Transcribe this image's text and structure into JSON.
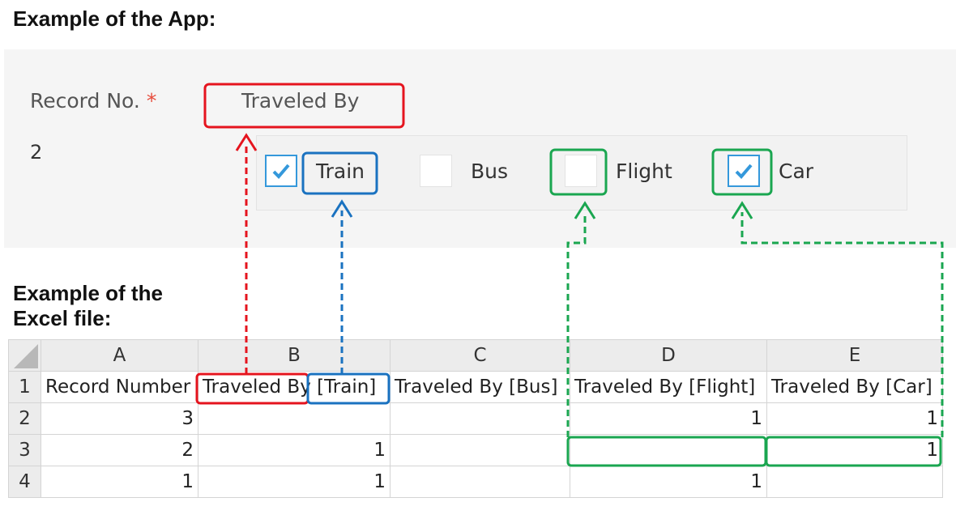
{
  "headings": {
    "app": "Example of the App:",
    "excel_line1": "Example of the",
    "excel_line2": "Excel file:"
  },
  "app": {
    "record_label": "Record No.",
    "required_mark": "*",
    "record_value": "2",
    "field_label": "Traveled By",
    "options": [
      {
        "label": "Train",
        "checked": true
      },
      {
        "label": "Bus",
        "checked": false
      },
      {
        "label": "Flight",
        "checked": false
      },
      {
        "label": "Car",
        "checked": true
      }
    ]
  },
  "sheet": {
    "columns": [
      "A",
      "B",
      "C",
      "D",
      "E"
    ],
    "header_row": {
      "row": "1",
      "cells": [
        "Record Number",
        "Traveled By [Train]",
        "Traveled By [Bus]",
        "Traveled By [Flight]",
        "Traveled By [Car]"
      ]
    },
    "rows": [
      {
        "row": "2",
        "cells": [
          "3",
          "",
          "",
          "1",
          "1"
        ]
      },
      {
        "row": "3",
        "cells": [
          "2",
          "1",
          "",
          "",
          "1"
        ]
      },
      {
        "row": "4",
        "cells": [
          "1",
          "1",
          "",
          "1",
          ""
        ]
      }
    ]
  },
  "colors": {
    "red": "#e5141e",
    "blue": "#1a72c0",
    "green": "#1aa650",
    "check_blue": "#3498db"
  }
}
